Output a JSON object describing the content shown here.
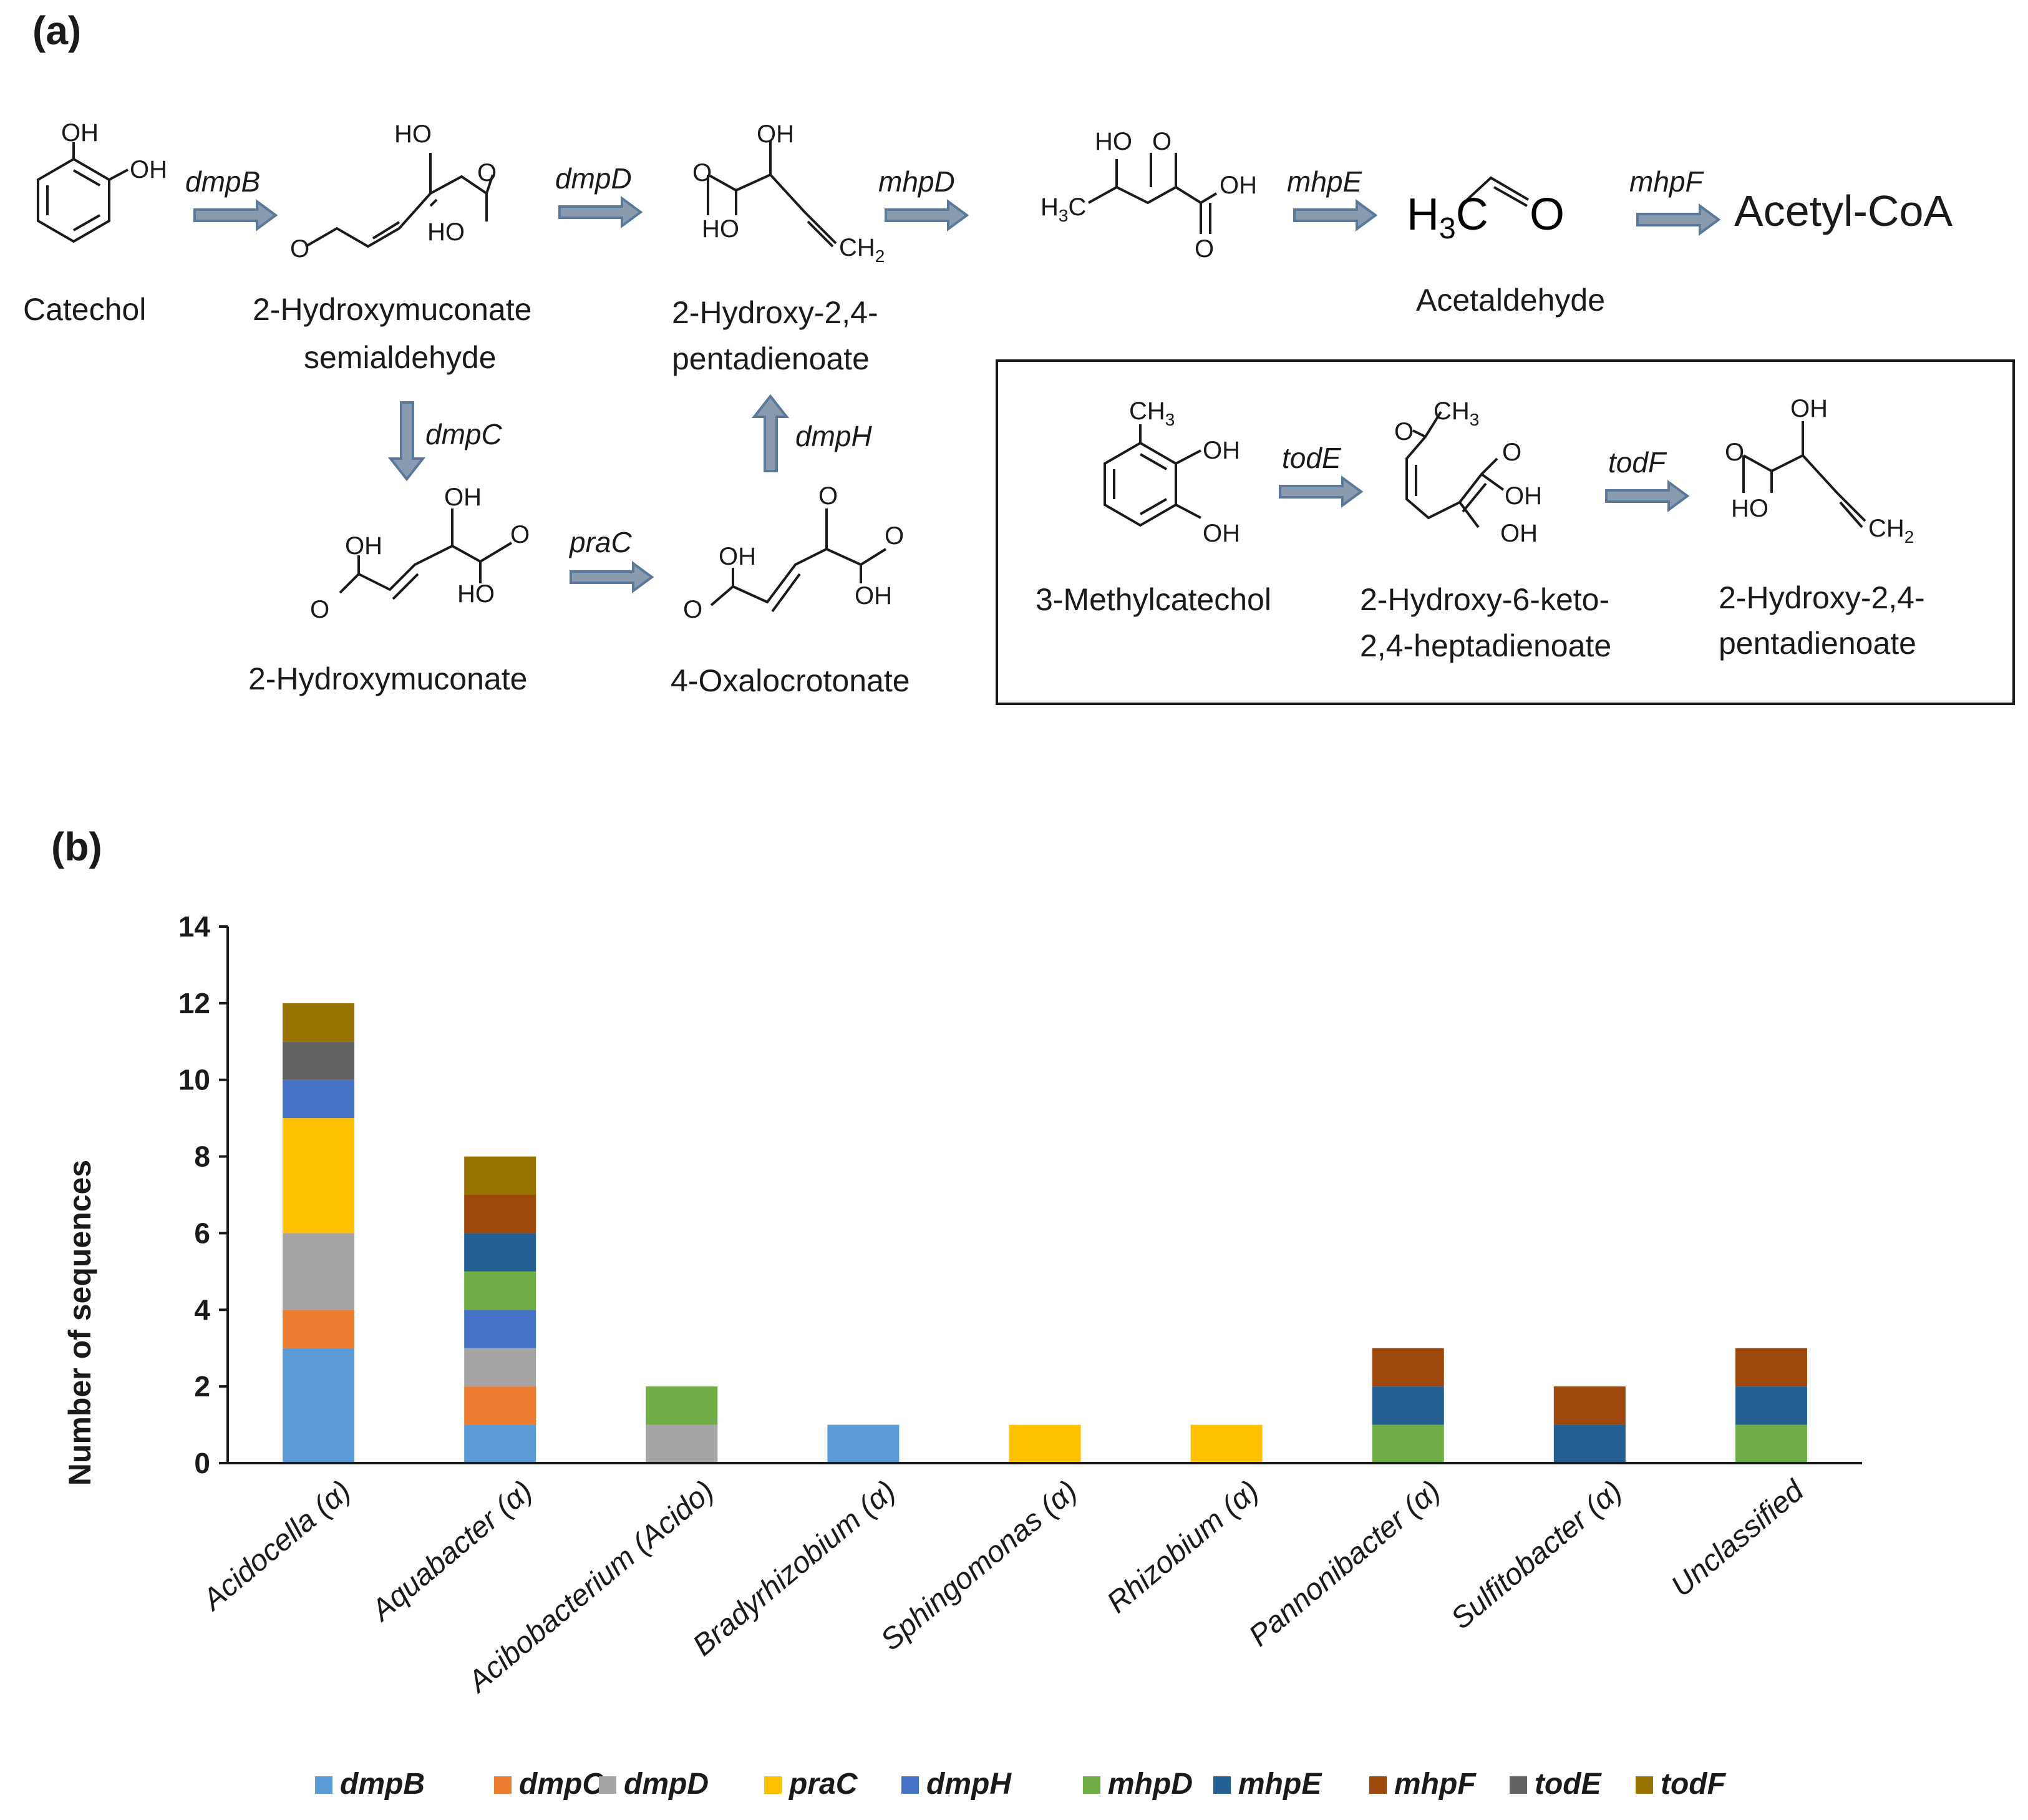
{
  "panel_a": {
    "label": "(a)",
    "compounds": {
      "catechol": "Catechol",
      "hms_line1": "2-Hydroxymuconate",
      "hms_line2": "semialdehyde",
      "hpd_line1": "2-Hydroxy-2,4-",
      "hpd_line2": "pentadienoate",
      "hm": "2-Hydroxymuconate",
      "oxalocrotonate": "4-Oxalocrotonate",
      "acetaldehyde": "Acetaldehyde",
      "acetyl_coa": "Acetyl-CoA",
      "methylcatechol": "3-Methylcatechol",
      "hkh_line1": "2-Hydroxy-6-keto-",
      "hkh_line2": "2,4-heptadienoate",
      "hpd2_line1": "2-Hydroxy-2,4-",
      "hpd2_line2": "pentadienoate"
    },
    "enzymes": {
      "dmpB": "dmpB",
      "dmpD": "dmpD",
      "mhpD": "mhpD",
      "mhpE": "mhpE",
      "mhpF": "mhpF",
      "dmpC": "dmpC",
      "praC": "praC",
      "dmpH": "dmpH",
      "todE": "todE",
      "todF": "todF"
    },
    "atoms": {
      "OH": "OH",
      "HO": "HO",
      "O": "O",
      "CH3": "CH",
      "CH2": "CH",
      "H3C": "H",
      "sub2": "2",
      "sub3": "3",
      "C": "C"
    },
    "arrow_color": "#8a9bb0",
    "arrow_outline": "#5a7899"
  },
  "panel_b": {
    "label": "(b)"
  },
  "chart_data": {
    "type": "bar",
    "stacked": true,
    "ylabel": "Number of sequences",
    "xlabel": "",
    "ylim": [
      0,
      14
    ],
    "yticks": [
      0,
      2,
      4,
      6,
      8,
      10,
      12,
      14
    ],
    "grid": false,
    "legend_position": "bottom",
    "categories": [
      "Acidocella (α)",
      "Aquabacter (α)",
      "Acibobacterium (Acido)",
      "Bradyrhizobium (α)",
      "Sphingomonas (α)",
      "Rhizobium (α)",
      "Pannonibacter (α)",
      "Sulfitobacter (α)",
      "Unclassified"
    ],
    "series": [
      {
        "name": "dmpB",
        "color": "#5b9bd5",
        "values": [
          3,
          1,
          0,
          1,
          0,
          0,
          0,
          0,
          0
        ]
      },
      {
        "name": "dmpC",
        "color": "#ed7d31",
        "values": [
          1,
          1,
          0,
          0,
          0,
          0,
          0,
          0,
          0
        ]
      },
      {
        "name": "dmpD",
        "color": "#a5a5a5",
        "values": [
          2,
          1,
          1,
          0,
          0,
          0,
          0,
          0,
          0
        ]
      },
      {
        "name": "praC",
        "color": "#ffc000",
        "values": [
          3,
          0,
          0,
          0,
          1,
          1,
          0,
          0,
          0
        ]
      },
      {
        "name": "dmpH",
        "color": "#4472c4",
        "values": [
          1,
          1,
          0,
          0,
          0,
          0,
          0,
          0,
          0
        ]
      },
      {
        "name": "mhpD",
        "color": "#70ad47",
        "values": [
          0,
          1,
          1,
          0,
          0,
          0,
          1,
          0,
          1
        ]
      },
      {
        "name": "mhpE",
        "color": "#255e91",
        "values": [
          0,
          1,
          0,
          0,
          0,
          0,
          1,
          1,
          1
        ]
      },
      {
        "name": "mhpF",
        "color": "#9e480e",
        "values": [
          0,
          1,
          0,
          0,
          0,
          0,
          1,
          1,
          1
        ]
      },
      {
        "name": "todE",
        "color": "#636363",
        "values": [
          1,
          0,
          0,
          0,
          0,
          0,
          0,
          0,
          0
        ]
      },
      {
        "name": "todF",
        "color": "#997300",
        "values": [
          1,
          1,
          0,
          0,
          0,
          0,
          0,
          0,
          0
        ]
      }
    ]
  }
}
